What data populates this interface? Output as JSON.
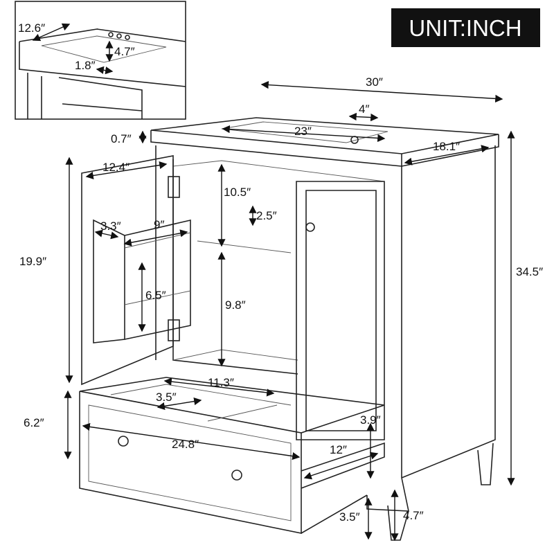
{
  "unit_badge": "UNIT:INCH",
  "dimensions": {
    "inset_basin_width": "12.6″",
    "inset_basin_depth": "4.7″",
    "inset_rim": "1.8″",
    "overall_width": "30″",
    "faucet_spacing": "4″",
    "basin_width": "23″",
    "top_thickness": "0.7″",
    "overall_depth": "18.1″",
    "door_width": "12.4″",
    "upper_clearance": "10.5″",
    "shelf_gap": "2.5″",
    "rack_depth": "3.3″",
    "rack_width": "9″",
    "door_height": "19.9″",
    "overall_height": "34.5″",
    "rack_height": "6.5″",
    "lower_clearance": "9.8″",
    "drawer_inner_width": "11.3″",
    "drawer_divider": "3.5″",
    "drawer_height": "6.2″",
    "drawer_width": "24.8″",
    "drawer_depth_height": "3.9″",
    "drawer_slide_depth": "12″",
    "leg_clearance": "3.5″",
    "leg_height": "4.7″"
  }
}
